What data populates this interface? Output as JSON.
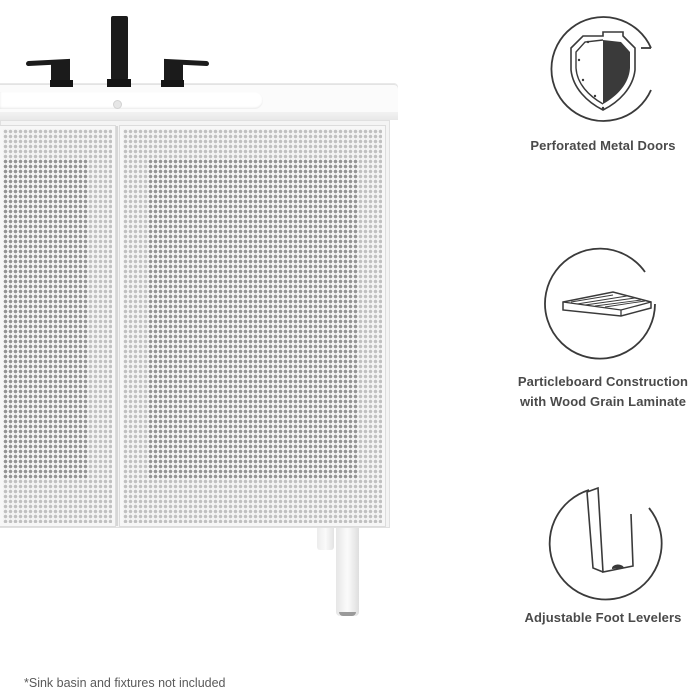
{
  "product": {
    "name": "Bathroom vanity with perforated metal doors",
    "finish_color": "#f4f4f4",
    "fixture_color": "#1b1b1b"
  },
  "features": [
    {
      "icon": "shield-icon",
      "label": "Perforated Metal Doors"
    },
    {
      "icon": "wood-board-icon",
      "label_line1": "Particleboard Construction",
      "label_line2": "with Wood Grain Laminate"
    },
    {
      "icon": "foot-leveler-icon",
      "label": "Adjustable Foot Levelers"
    }
  ],
  "footnote": "*Sink basin and fixtures not included",
  "colors": {
    "icon_stroke": "#3a3a3a",
    "label_text": "#4a4a4a",
    "footnote_text": "#5a5a5a",
    "background": "#ffffff"
  }
}
